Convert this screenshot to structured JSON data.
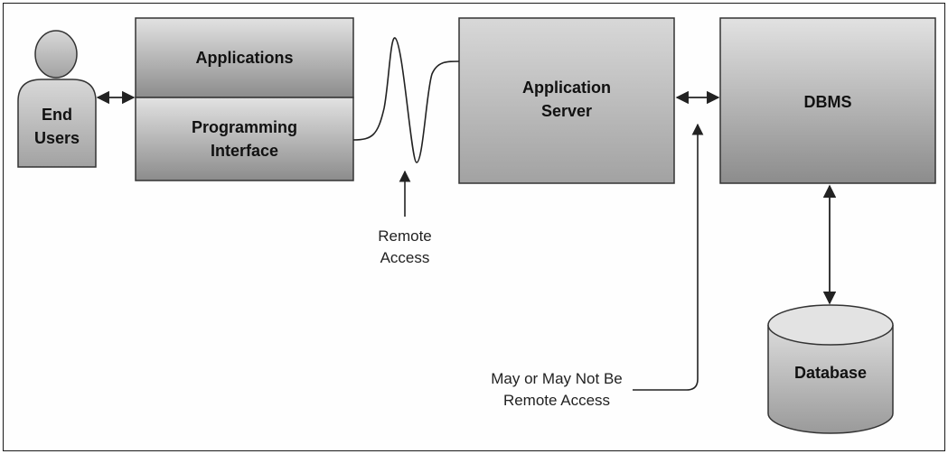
{
  "nodes": {
    "end_users": "End\nUsers",
    "applications": "Applications",
    "programming_interface": "Programming\nInterface",
    "application_server": "Application\nServer",
    "dbms": "DBMS",
    "database": "Database"
  },
  "annotations": {
    "remote_access": "Remote\nAccess",
    "may_or_may_not": "May or May Not Be\nRemote Access"
  },
  "colors": {
    "box_top": "#dedede",
    "box_bottom": "#8e8e8e",
    "stroke": "#222222"
  }
}
